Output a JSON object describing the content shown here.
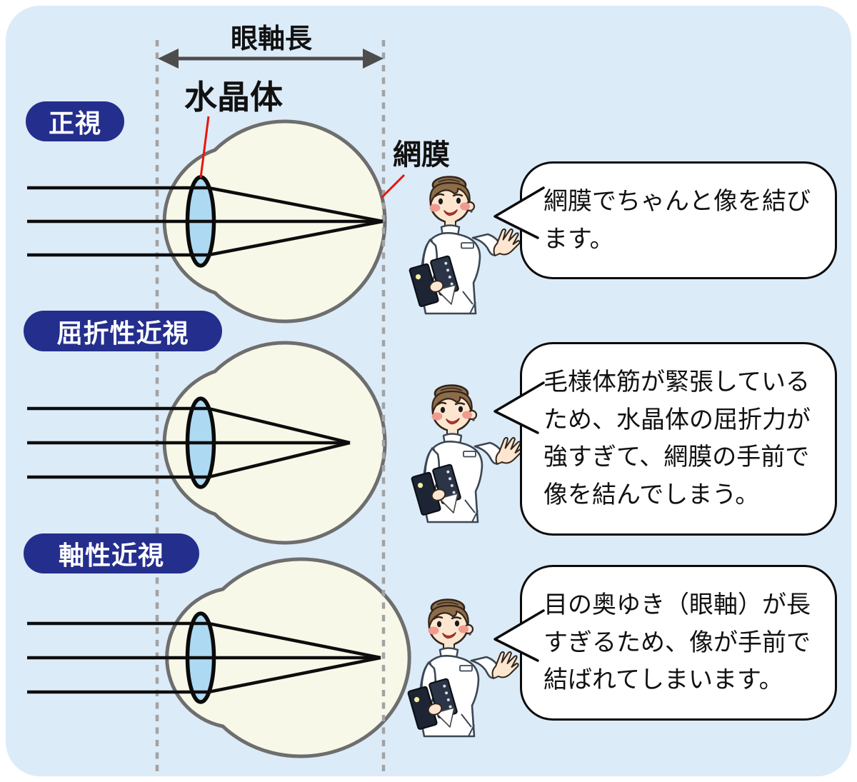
{
  "diagram": {
    "title_labels": {
      "axial_length": "眼軸長",
      "lens": "水晶体",
      "retina": "網膜"
    },
    "rows": [
      {
        "badge": "正視",
        "speech": "網膜でちゃんと像を結びます。"
      },
      {
        "badge": "屈折性近視",
        "speech": "毛様体筋が緊張しているため、水晶体の屈折力が強すぎて、網膜の手前で像を結んでしまう。"
      },
      {
        "badge": "軸性近視",
        "speech": "目の奥ゆき（眼軸）が長すぎるため、像が手前で結ばれてしまいます。"
      }
    ],
    "colors": {
      "background": "#dcebf8",
      "badge_navy": "#242e8c",
      "eyeball_fill": "#f8f8e9",
      "eyeball_outline": "#6e6e6e",
      "lens_fill": "#addaf2",
      "ray_black": "#0d0d0d",
      "pointer_red": "#e8150c",
      "arrow_gray": "#4d4d4d",
      "dotted_gray": "#a3a3a3"
    }
  }
}
